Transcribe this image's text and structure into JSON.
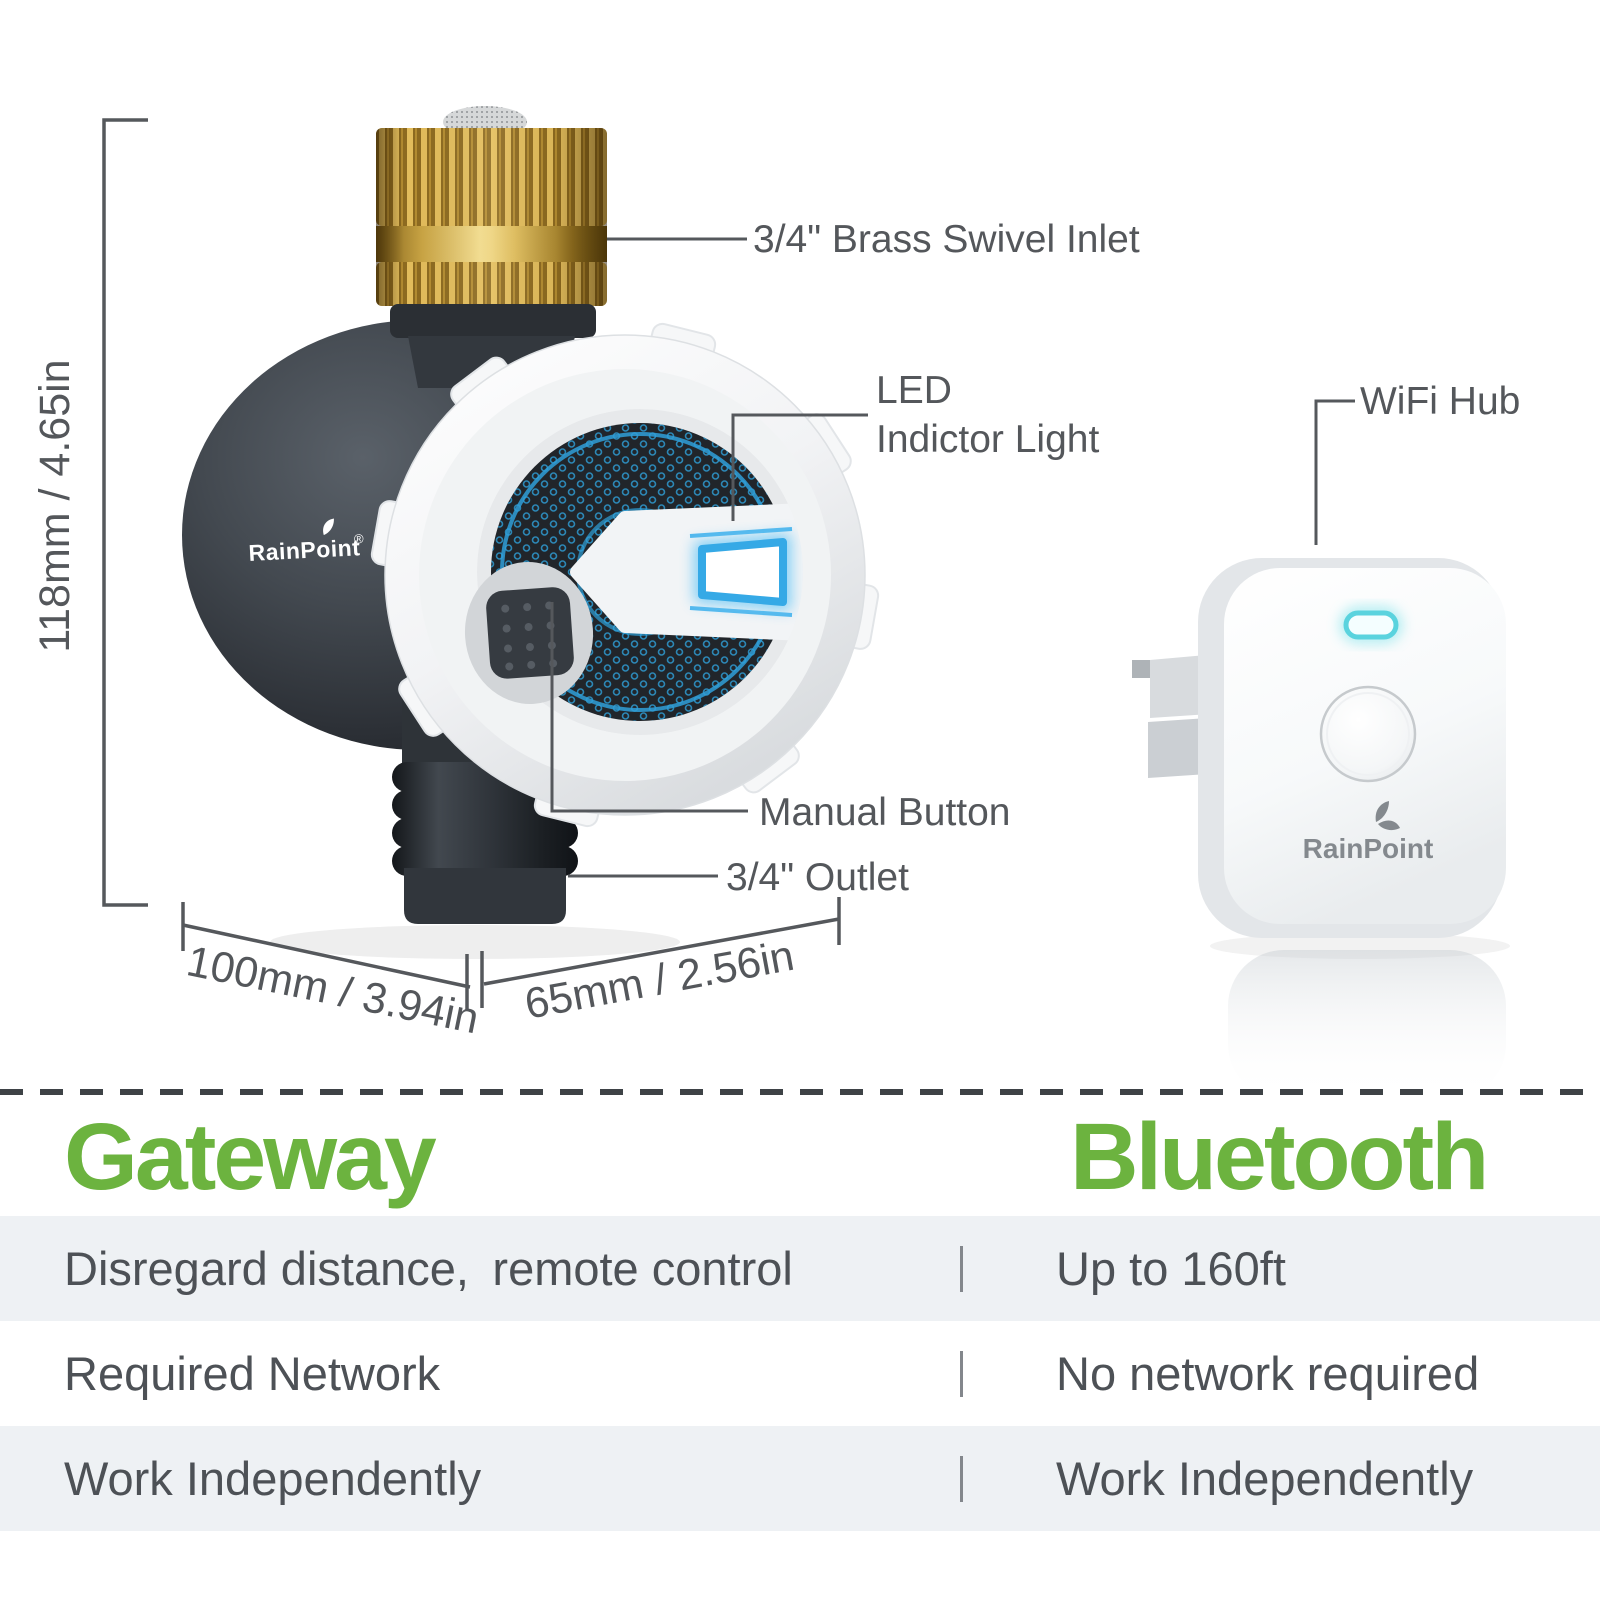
{
  "annotations": {
    "inlet": "3/4\" Brass Swivel Inlet",
    "led_line1": "LED",
    "led_line2": "Indictor Light",
    "manual_button": "Manual Button",
    "outlet": "3/4\" Outlet",
    "wifi_hub": "WiFi Hub"
  },
  "dimensions": {
    "height": "118mm / 4.65in",
    "width": "100mm / 3.94in",
    "depth": "65mm / 2.56in"
  },
  "logos": {
    "brand": "RainPoint",
    "registered": "®"
  },
  "comparison": {
    "heading_left": "Gateway",
    "heading_right": "Bluetooth",
    "rows": [
      {
        "left": "Disregard distance, remote control",
        "right": "Up to 160ft"
      },
      {
        "left": "Required Network",
        "right": "No network required"
      },
      {
        "left": "Work Independently",
        "right": "Work Independently"
      }
    ]
  },
  "colors": {
    "accent_green": "#6cb33f",
    "label_gray": "#54575b",
    "row_background": "#eef1f4",
    "blue_accent": "#38a9e4",
    "brass_gold": "#d4a94a",
    "led_cyan": "#5ad3de",
    "device_dark": "#2c3036"
  }
}
